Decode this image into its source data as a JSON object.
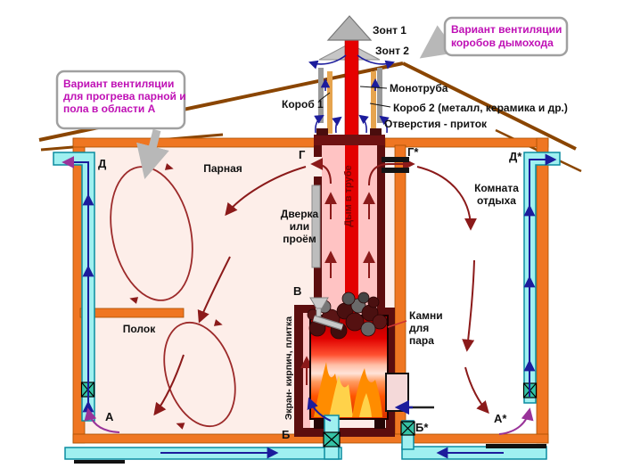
{
  "callout_left": {
    "line1": "Вариант вентиляции",
    "line2": "для прогрева парной и",
    "line3": "пола  в области А"
  },
  "callout_right": {
    "line1": "Вариант вентиляции",
    "line2": "коробов  дымохода"
  },
  "chimney": {
    "zont1": "Зонт 1",
    "zont2": "Зонт 2",
    "korob1": "Короб 1",
    "monotruba": "Монотруба",
    "korob2": "Короб 2 (металл, керамика и др.)",
    "otverstiya": "Отверстия - приток",
    "smoke": "Дым в трубе"
  },
  "rooms": {
    "steam": "Парная",
    "rest1": "Комната",
    "rest2": "отдыха",
    "shelf": "Полок",
    "door1": "Дверка",
    "door2": "или",
    "door3": "проём",
    "screen": "Экран- кирпич, плитка",
    "stones1": "Камни",
    "stones2": "для",
    "stones3": "пара"
  },
  "markers": {
    "d": "Д",
    "d_star": "Д*",
    "g": "Г",
    "g_star": "Г*",
    "v": "В",
    "a": "А",
    "a_star": "А*",
    "b": "Б",
    "b_star": "Б*"
  },
  "colors": {
    "wall_orange": "#ef7622",
    "duct_cyan": "#9ff0f0",
    "pipe_red": "#e60000",
    "maroon": "#5c0e0e",
    "dark_red_arrow": "#8b1a1a",
    "navy": "#1c1c9c",
    "purple": "#993399",
    "magenta_text": "#bf10b5",
    "roof_brown": "#8a4500",
    "gray": "#b8b8b8",
    "steam_room_fill": "#fdeee9",
    "hatch_teal": "#35c2a5"
  }
}
